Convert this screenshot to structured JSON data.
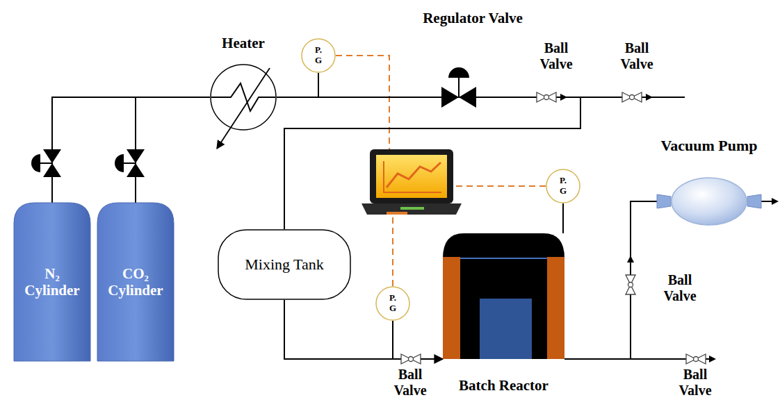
{
  "diagram": {
    "nodes": [
      {
        "text": [
          "N₂ Cylinder"
        ]
      },
      {
        "text": [
          "CO₂ Cylinder"
        ]
      },
      {
        "text": [
          "Heater"
        ]
      },
      {
        "text": [
          "P. G"
        ]
      },
      {
        "text": [
          "Vacuum Pump"
        ]
      },
      {
        "text": [
          "P. G"
        ]
      },
      {
        "text": [
          "Mixing Tank"
        ]
      },
      {
        "text": [
          "P. G"
        ]
      },
      {
        "text": [
          "Batch Reactor"
        ]
      }
    ],
    "edges": [
      {
        "from": 0,
        "to": 2,
        "arrow": "none"
      },
      {
        "from": 1,
        "to": 2,
        "arrow": "none"
      },
      {
        "from": 2,
        "to": 6,
        "arrow": "none"
      },
      {
        "from": 6,
        "to": 8,
        "arrow": "to"
      },
      {
        "from": 5,
        "to": 8,
        "arrow": "none"
      },
      {
        "from": 8,
        "to": 4,
        "arrow": "none"
      }
    ],
    "labels": [
      "Regulator Valve",
      "Ball Valve",
      "Ball Valve",
      "Ball Valve",
      "Ball Valve",
      "Ball Valve"
    ]
  }
}
